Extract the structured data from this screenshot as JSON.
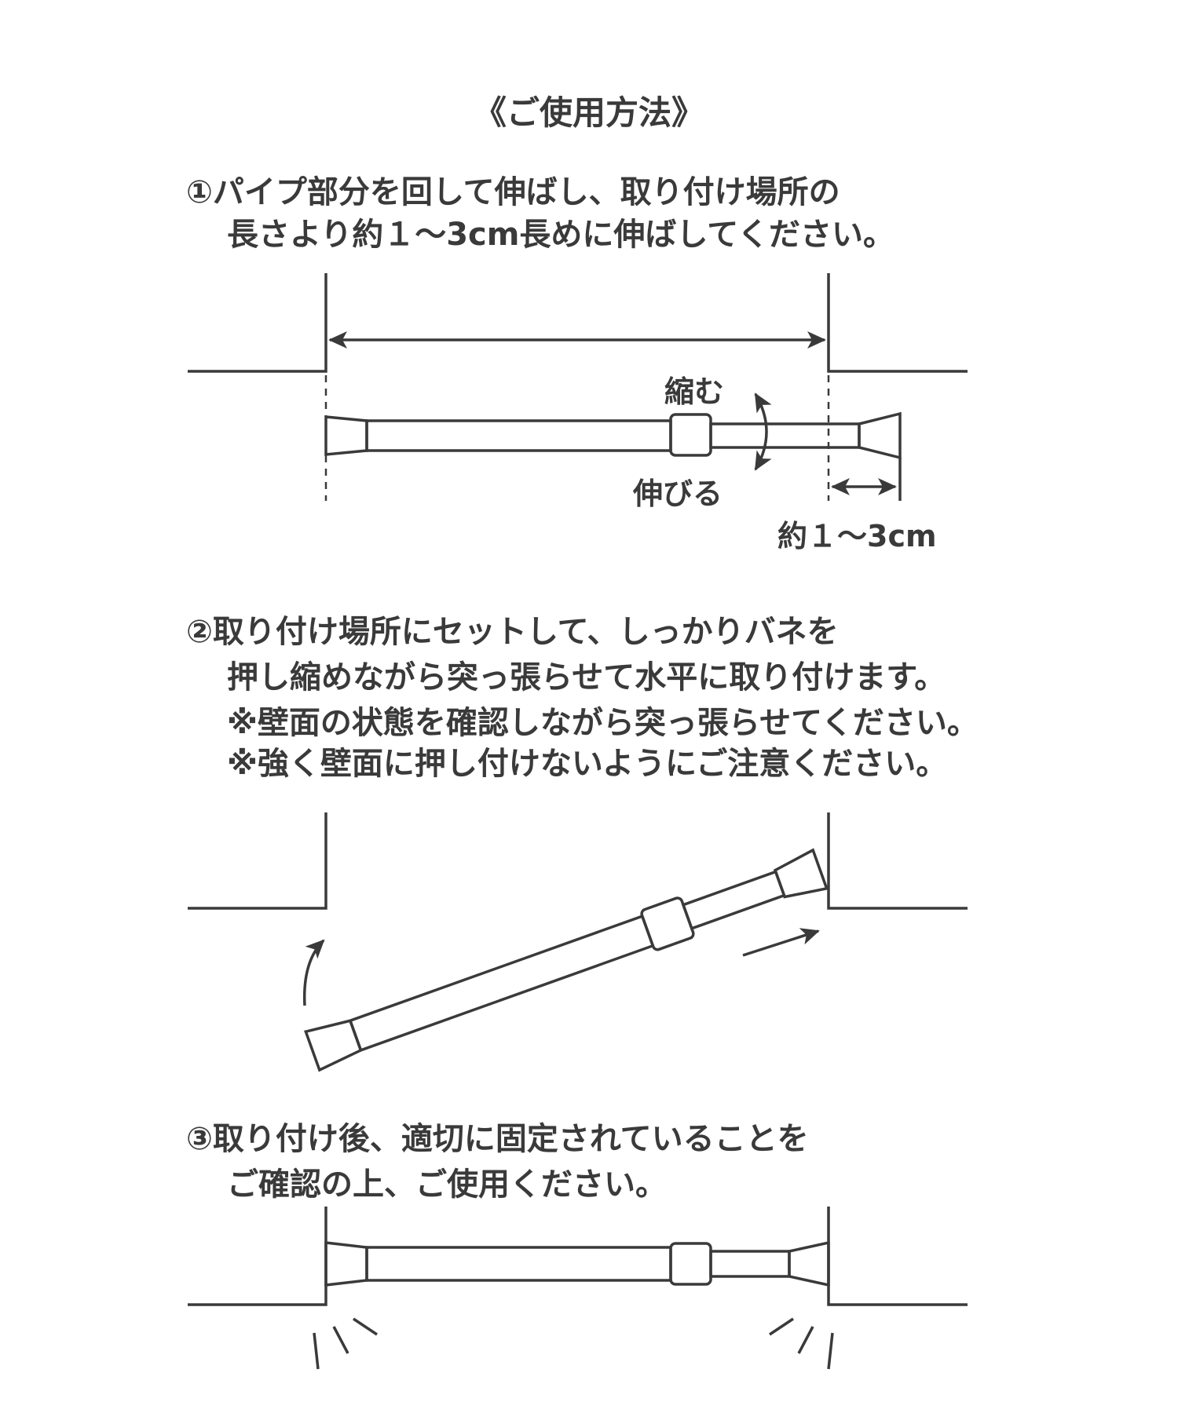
{
  "title": "《ご使用方法》",
  "step1": {
    "lines": [
      "①パイプ部分を回して伸ばし、取り付け場所の",
      "長さより約１～3cm長めに伸ばしてください。"
    ],
    "label_shrink": "縮む",
    "label_extend": "伸びる",
    "label_length": "約１～3cm"
  },
  "step2": {
    "lines": [
      "②取り付け場所にセットして、しっかりバネを",
      "押し縮めながら突っ張らせて水平に取り付けます。",
      "※壁面の状態を確認しながら突っ張らせてください。",
      "※強く壁面に押し付けないようにご注意ください。"
    ]
  },
  "step3": {
    "lines": [
      "③取り付け後、適切に固定されていることを",
      "ご確認の上、ご使用ください。"
    ]
  },
  "colors": {
    "ink": "#3a3a3a",
    "background": "#ffffff"
  }
}
